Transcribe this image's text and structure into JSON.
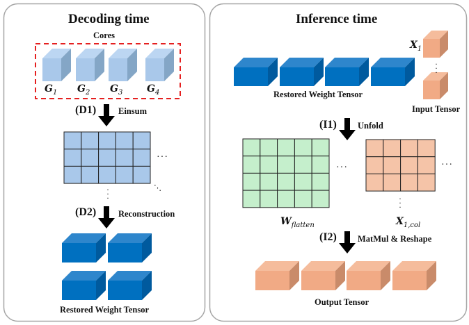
{
  "colors": {
    "core_front": "#a9c8ea",
    "core_top": "#bcd6f2",
    "core_side": "#84a6c6",
    "weight_front": "#0070c0",
    "weight_top": "#2e86cc",
    "weight_side": "#005a9e",
    "input_front": "#f1aa85",
    "input_top": "#f5bc9c",
    "input_side": "#c98b6a",
    "grid_blue": "#a9c8ea",
    "grid_green": "#c5efcc",
    "grid_orange": "#f5c4a8",
    "dashed_box": "#e52020",
    "panel_border": "#a6a6a6"
  },
  "left_panel": {
    "title": "Decoding time",
    "cores_label": "Cores",
    "cores": [
      {
        "symbol": "G",
        "sub": "1"
      },
      {
        "symbol": "G",
        "sub": "2"
      },
      {
        "symbol": "G",
        "sub": "3"
      },
      {
        "symbol": "G",
        "sub": "4"
      }
    ],
    "step1": {
      "id": "(D1)",
      "op": "Einsum"
    },
    "grid": {
      "rows": 3,
      "cols": 5
    },
    "step2": {
      "id": "(D2)",
      "op": "Reconstruction"
    },
    "restored_label": "Restored Weight Tensor",
    "ellipsis_h": "···",
    "ellipsis_v": "⋮",
    "ellipsis_d": "⋱"
  },
  "right_panel": {
    "title": "Inference time",
    "restored_label": "Restored Weight Tensor",
    "input_label": "Input Tensor",
    "input_symbol": {
      "symbol": "X",
      "sub": "1"
    },
    "step1": {
      "id": "(I1)",
      "op": "Unfold"
    },
    "w_grid": {
      "rows": 4,
      "cols": 5,
      "symbol": "W",
      "sub": "flatten"
    },
    "x_grid": {
      "rows": 3,
      "cols": 4,
      "symbol": "X",
      "sub": "1,col"
    },
    "step2": {
      "id": "(I2)",
      "op": "MatMul & Reshape"
    },
    "output_label": "Output Tensor",
    "ellipsis_h": "···",
    "ellipsis_v": "⋮"
  }
}
